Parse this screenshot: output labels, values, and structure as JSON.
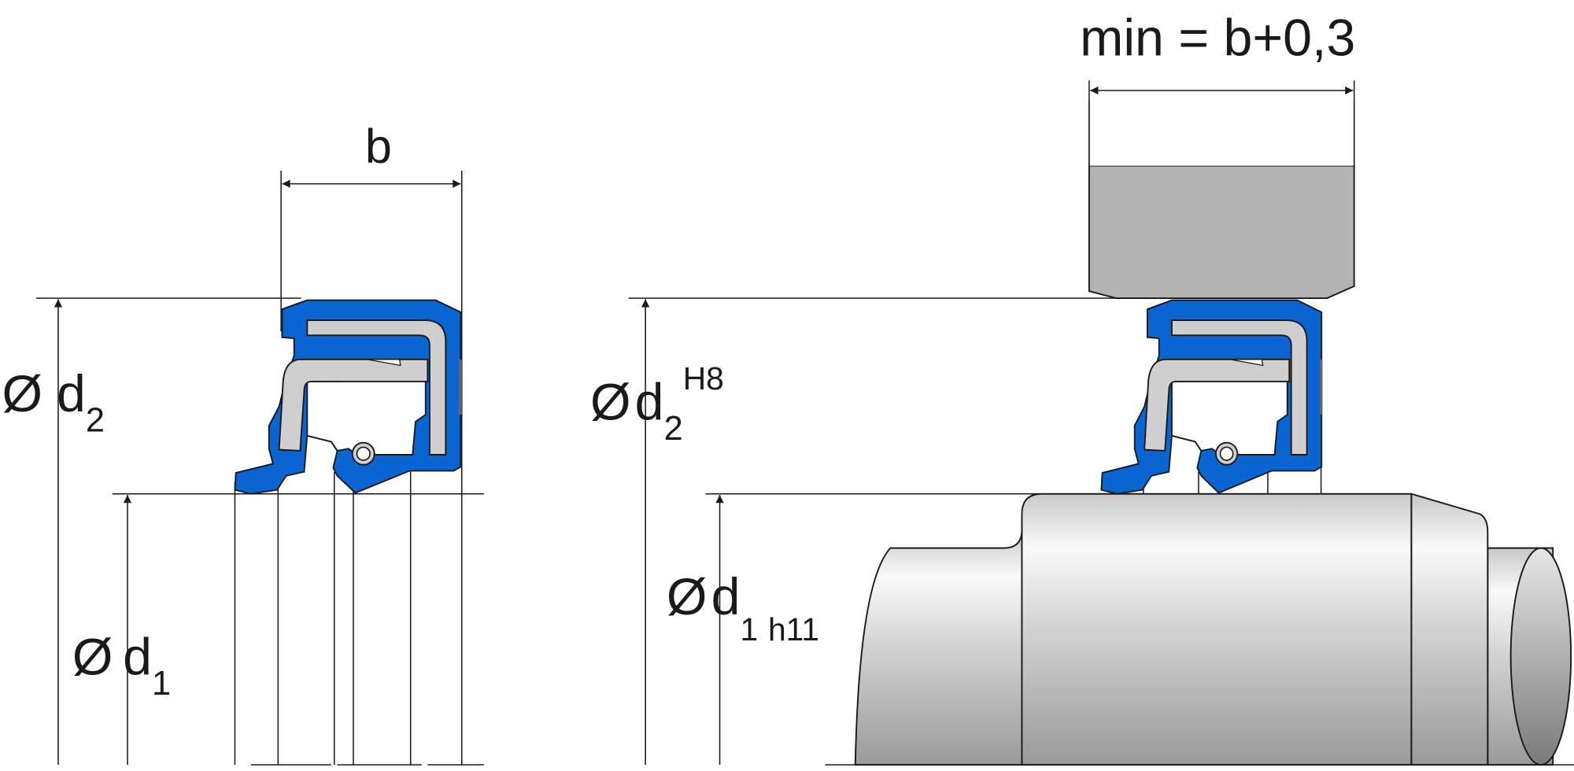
{
  "left_figure": {
    "width_label": "b",
    "outer_diameter": {
      "symbol": "Ø",
      "label": "d",
      "sub": "2"
    },
    "inner_diameter": {
      "symbol": "Ø",
      "label": "d",
      "sub": "1"
    }
  },
  "right_figure": {
    "housing_width_label": "min = b+0,3",
    "outer_diameter": {
      "symbol": "Ø",
      "label": "d",
      "sub": "2",
      "tolerance": "H8"
    },
    "inner_diameter": {
      "symbol": "Ø",
      "label": "d",
      "sub": "1",
      "tolerance": "h11"
    }
  },
  "colors": {
    "elastomer": "#0a64d2",
    "insert": "#cfcfcf",
    "housing": "#b3b3b3",
    "outline": "#1a1a1a"
  }
}
